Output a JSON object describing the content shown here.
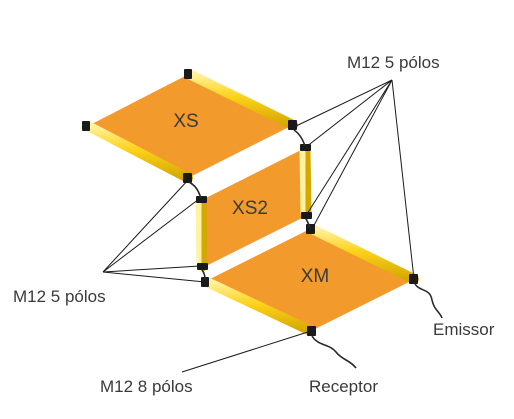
{
  "labels": {
    "conn_top_right": "M12 5 pólos",
    "conn_left": "M12 5 pólos",
    "conn_bottom": "M12 8 pólos",
    "emitter": "Emissor",
    "receiver": "Receptor"
  },
  "panels": {
    "xs": "XS",
    "xs2": "XS2",
    "xm": "XM"
  },
  "colors": {
    "panel_fill": "#f39a2c",
    "bar_yellow": "#fcd21a",
    "bar_edge": "#c9a400",
    "connector": "#1a1a1a",
    "leader_line": "#1a1a1a",
    "text": "#3a3a3a"
  }
}
